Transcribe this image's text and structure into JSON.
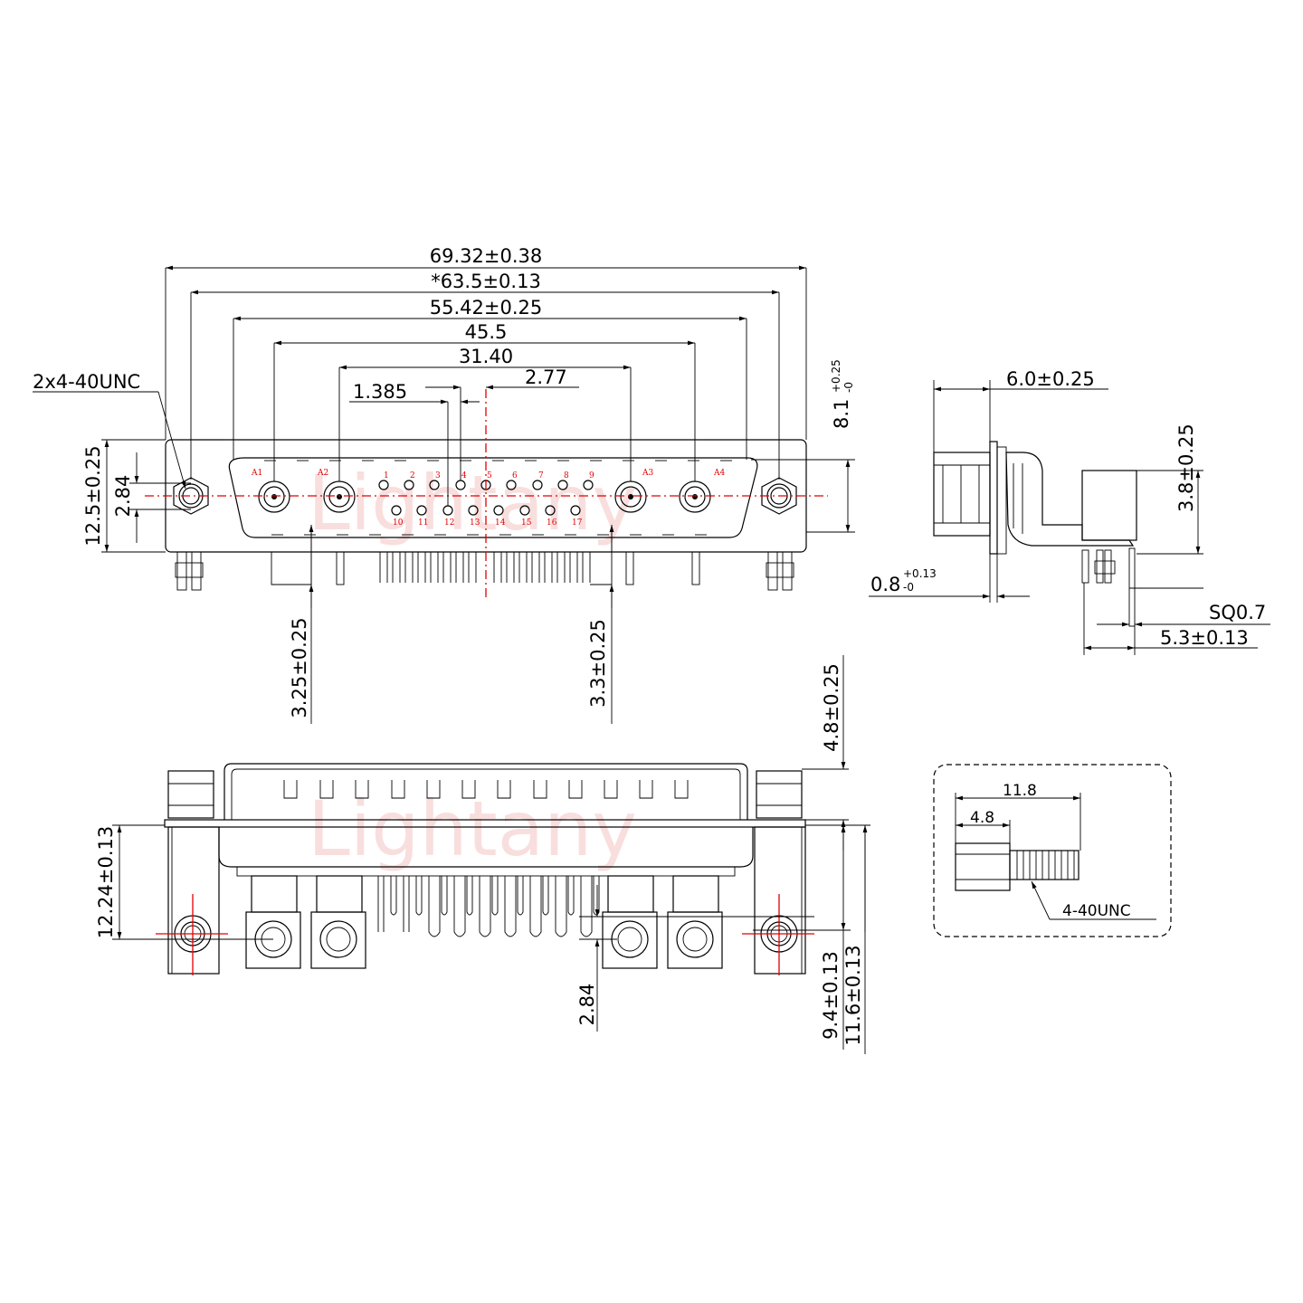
{
  "watermark": "Lightany",
  "front_view": {
    "overall_width": "69.32±0.38",
    "mount_hole_spacing": "*63.5±0.13",
    "shell_width": "55.42±0.25",
    "outer_coax_spacing": "45.5",
    "inner_coax_spacing": "31.40",
    "pin_offset": "1.385",
    "pin_pitch": "2.77",
    "thread_callout": "2x4-40UNC",
    "flange_height": "12.5±0.25",
    "row_spacing": "2.84",
    "shell_height": "8.1",
    "shell_height_tol_upper": "+0.25",
    "shell_height_tol_lower": "-0",
    "left_offset": "3.25±0.25",
    "right_offset": "3.3±0.25",
    "coax_labels": [
      "A1",
      "A2",
      "A3",
      "A4"
    ],
    "pin_labels_top": [
      "1",
      "2",
      "3",
      "4",
      "5",
      "6",
      "7",
      "8",
      "9"
    ],
    "pin_labels_bottom": [
      "10",
      "11",
      "12",
      "13",
      "14",
      "15",
      "16",
      "17"
    ]
  },
  "side_view": {
    "depth": "6.0±0.25",
    "board_height": "3.8±0.25",
    "flange_thickness": "0.8",
    "flange_thickness_tol_upper": "+0.13",
    "flange_thickness_tol_lower": "-0",
    "pin_square": "SQ0.7",
    "pin_offset": "5.3±0.13"
  },
  "bottom_view": {
    "standoff_height": "4.8±0.25",
    "hole_depth": "12.24±0.13",
    "row_spacing": "2.84",
    "pin_row_1": "9.4±0.13",
    "pin_row_2": "11.6±0.13"
  },
  "detail_view": {
    "length": "11.8",
    "hex_length": "4.8",
    "thread": "4-40UNC"
  }
}
